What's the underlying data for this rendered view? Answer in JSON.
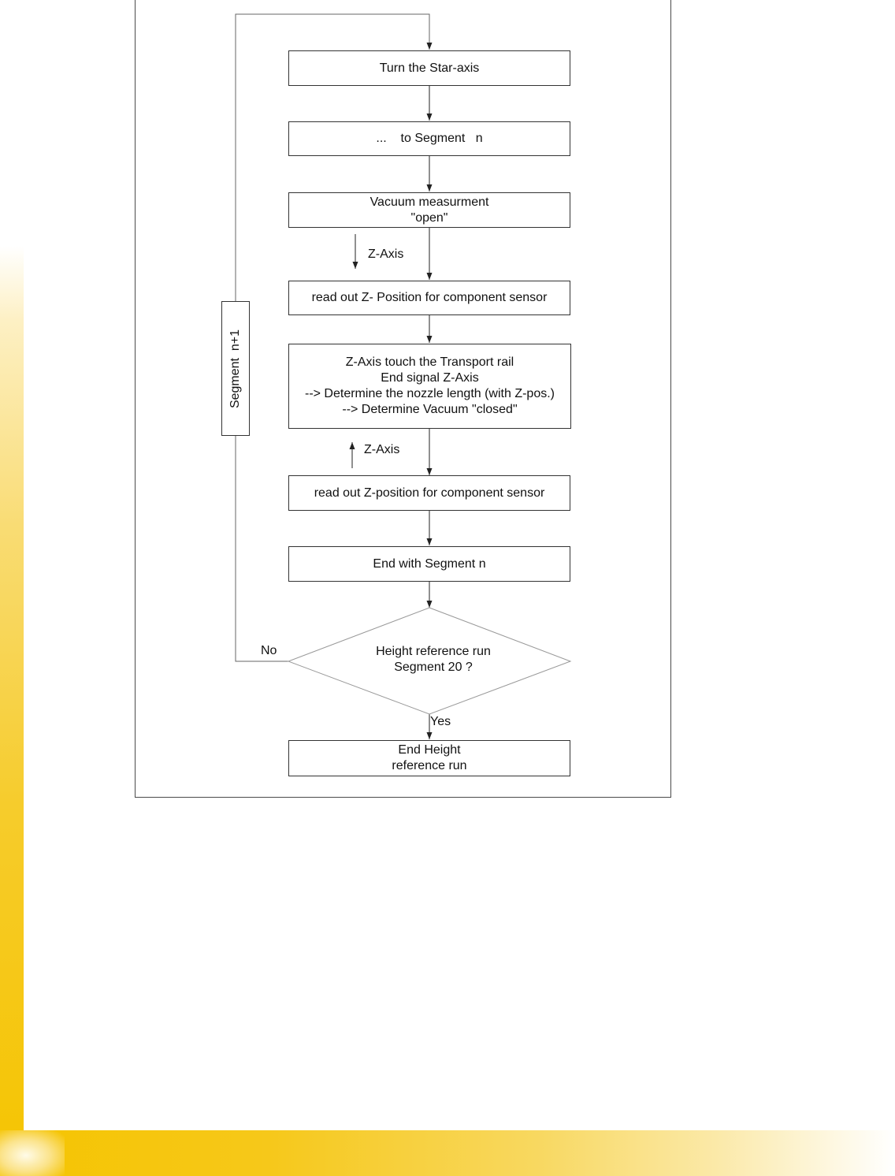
{
  "flowchart": {
    "steps": [
      {
        "lines": [
          "Turn the Star-axis"
        ]
      },
      {
        "lines": [
          "...    to Segment   n"
        ]
      },
      {
        "lines": [
          "Vacuum measurment",
          "\"open\""
        ]
      },
      {
        "lines": [
          "read out Z- Position for component sensor"
        ]
      },
      {
        "lines": [
          "Z-Axis touch the Transport rail",
          "End signal Z-Axis",
          "--> Determine the nozzle length (with Z-pos.)",
          "--> Determine Vacuum \"closed\""
        ]
      },
      {
        "lines": [
          "read out Z-position for component sensor"
        ]
      },
      {
        "lines": [
          "End with Segment n"
        ]
      }
    ],
    "decision": {
      "lines": [
        "Height reference run",
        "Segment 20 ?"
      ]
    },
    "end_step": {
      "lines": [
        "End Height",
        "reference run"
      ]
    },
    "z_axis_down_label": "Z-Axis",
    "z_axis_up_label": "Z-Axis",
    "loop_label": "Segment  n+1",
    "no_label": "No",
    "yes_label": "Yes"
  },
  "colors": {
    "accent_yellow": "#f5c400",
    "line": "#333333",
    "diamond_line": "#999999"
  }
}
